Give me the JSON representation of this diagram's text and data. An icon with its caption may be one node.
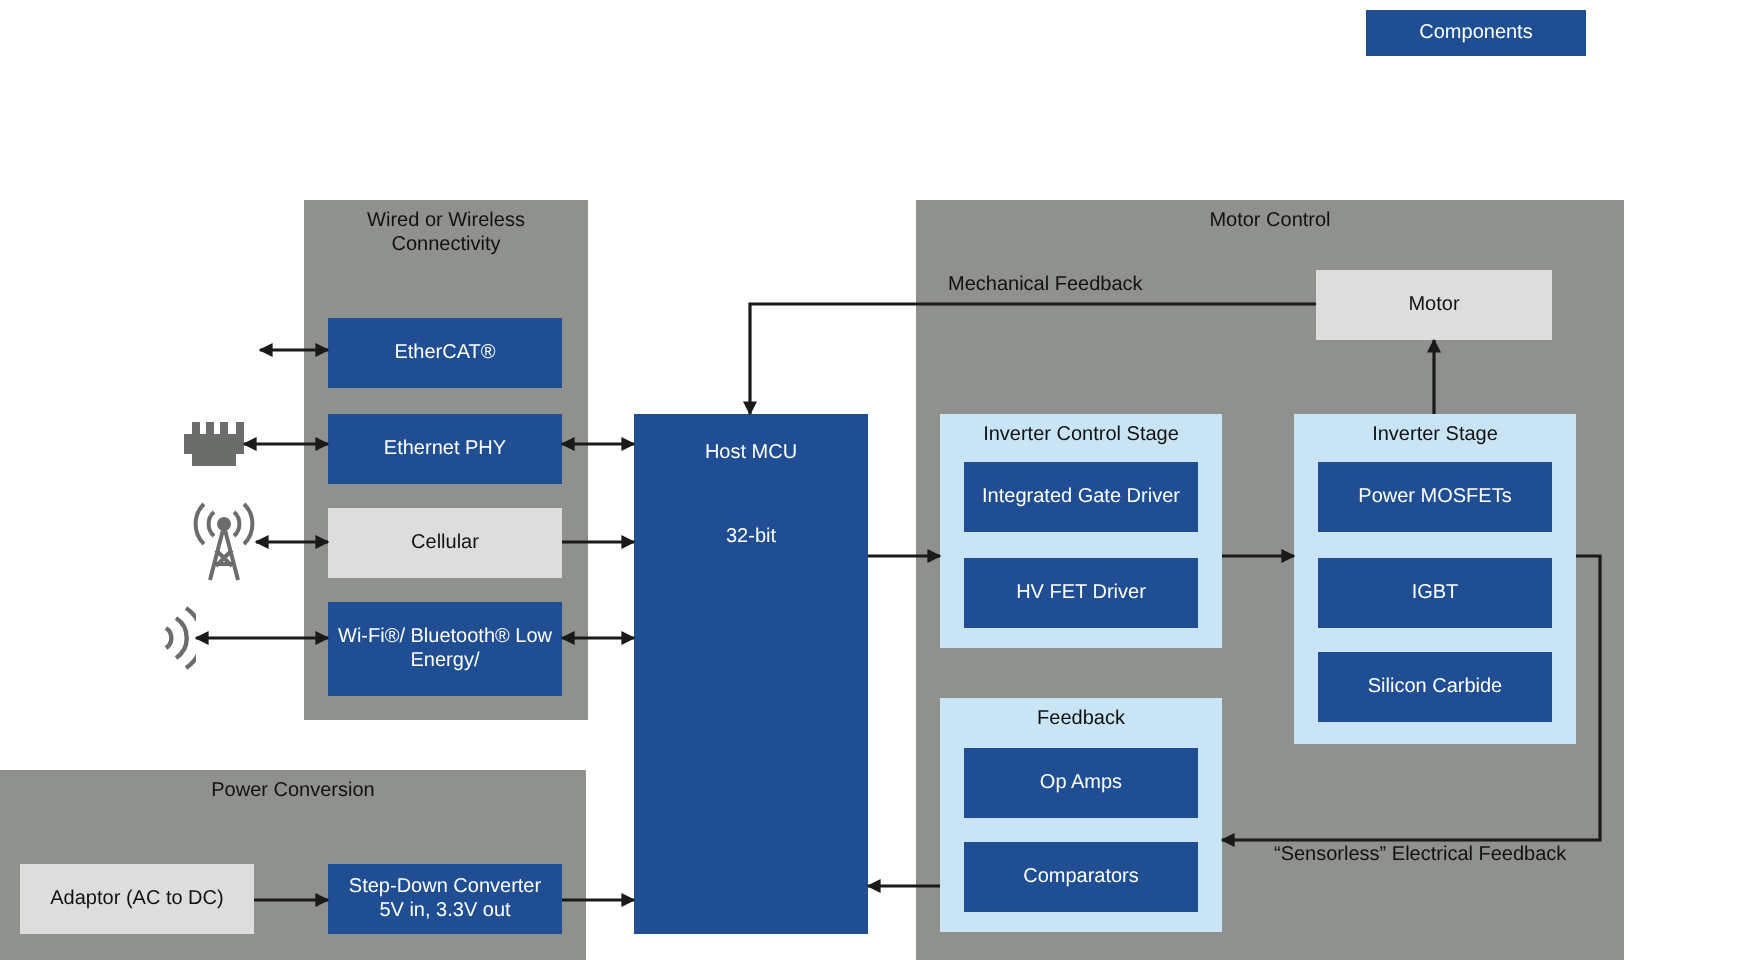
{
  "diagram": {
    "nodes": [
      {
        "text": [
          "Wired or Wireless Connectivity"
        ]
      },
      {
        "text": [
          "EtherCAT®"
        ],
        "in": 0
      },
      {
        "text": [
          "Ethernet PHY"
        ],
        "in": 0
      },
      {
        "text": [
          "Cellular"
        ],
        "in": 0
      },
      {
        "text": [
          "Wi-Fi®/ Bluetooth® Low Energy/"
        ],
        "in": 0
      },
      {
        "text": [
          "Motor Control"
        ]
      },
      {
        "text": [
          "Motor"
        ],
        "in": 5
      },
      {
        "text": [
          "Inverter Control Stage"
        ],
        "in": 5
      },
      {
        "text": [
          "Integrated Gate Driver"
        ],
        "in": 7
      },
      {
        "text": [
          "HV FET Driver"
        ],
        "in": 7
      },
      {
        "text": [
          "Inverter Stage"
        ],
        "in": 5
      },
      {
        "text": [
          "Power MOSFETs"
        ],
        "in": 10
      },
      {
        "text": [
          "IGBT"
        ],
        "in": 10
      },
      {
        "text": [
          "Silicon Carbide"
        ],
        "in": 10
      },
      {
        "text": [
          "Feedback"
        ],
        "in": 5
      },
      {
        "text": [
          "Op Amps"
        ],
        "in": 14
      },
      {
        "text": [
          "Comparators"
        ],
        "in": 14
      },
      {
        "text": [
          "Power Conversion"
        ]
      },
      {
        "text": [
          "Adaptor (AC to DC)"
        ],
        "in": 17
      },
      {
        "text": [
          "Step-Down Converter 5V in, 3.3V out"
        ],
        "in": 17
      },
      {
        "text": [
          "Host MCU",
          "32-bit"
        ]
      },
      {
        "text": [],
        "shape": "icon"
      },
      {
        "text": [],
        "shape": "icon"
      },
      {
        "text": [],
        "shape": "icon"
      }
    ],
    "edges": [
      {
        "from": null,
        "to": 1,
        "arrow": "both"
      },
      {
        "from": 21,
        "to": 2,
        "arrow": "both"
      },
      {
        "from": 22,
        "to": 3,
        "arrow": "both"
      },
      {
        "from": 23,
        "to": 4,
        "arrow": "both"
      },
      {
        "from": 2,
        "to": 20,
        "arrow": "both"
      },
      {
        "from": 3,
        "to": 20,
        "arrow": "to"
      },
      {
        "from": 4,
        "to": 20,
        "arrow": "both"
      },
      {
        "from": 20,
        "to": 7,
        "arrow": "to"
      },
      {
        "from": 7,
        "to": 10,
        "arrow": "to"
      },
      {
        "from": 10,
        "to": 6,
        "arrow": "to"
      },
      {
        "from": 6,
        "to": 20,
        "arrow": "to",
        "label": "Mechanical Feedback"
      },
      {
        "from": 10,
        "to": 14,
        "arrow": "to",
        "label": "“Sensorless” Electrical Feedback"
      },
      {
        "from": 14,
        "to": 20,
        "arrow": "to"
      },
      {
        "from": 18,
        "to": 19,
        "arrow": "to"
      },
      {
        "from": 19,
        "to": 20,
        "arrow": "to"
      }
    ],
    "legend": [
      {
        "text": "Components",
        "color": "#1f4e93"
      }
    ]
  }
}
